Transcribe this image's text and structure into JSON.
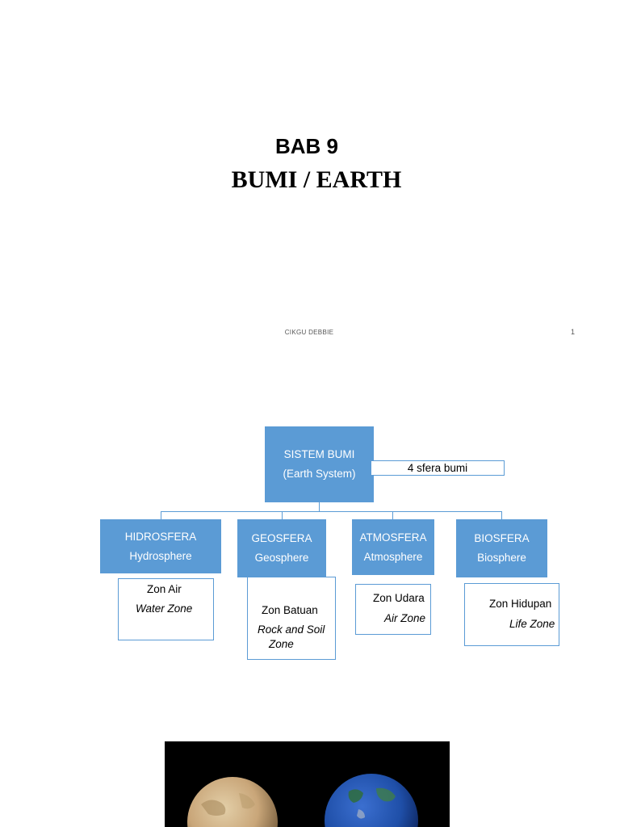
{
  "slide1": {
    "title_line1": "BAB 9",
    "title_line2": "BUMI / EARTH",
    "footer_author": "CIKGU DEBBIE",
    "footer_page": "1"
  },
  "diagram": {
    "root": {
      "line1": "SISTEM BUMI",
      "line2": "(Earth System)"
    },
    "root_note": "4 sfera bumi",
    "spheres": [
      {
        "name": "HIDROSFERA",
        "english": "Hydrosphere",
        "zone": "Zon Air",
        "zone_english": "Water Zone"
      },
      {
        "name": "GEOSFERA",
        "english": "Geosphere",
        "zone": "Zon Batuan",
        "zone_english_line1": "Rock and Soil",
        "zone_english_line2": "Zone"
      },
      {
        "name": "ATMOSFERA",
        "english": "Atmosphere",
        "zone": "Zon Udara",
        "zone_english": "Air Zone"
      },
      {
        "name": "BIOSFERA",
        "english": "Biosphere",
        "zone": "Zon Hidupan",
        "zone_english": "Life Zone"
      }
    ]
  },
  "colors": {
    "box_blue": "#5b9bd5",
    "ocean_blue": "#1f4fa8",
    "desert_tan": "#c9a679"
  }
}
